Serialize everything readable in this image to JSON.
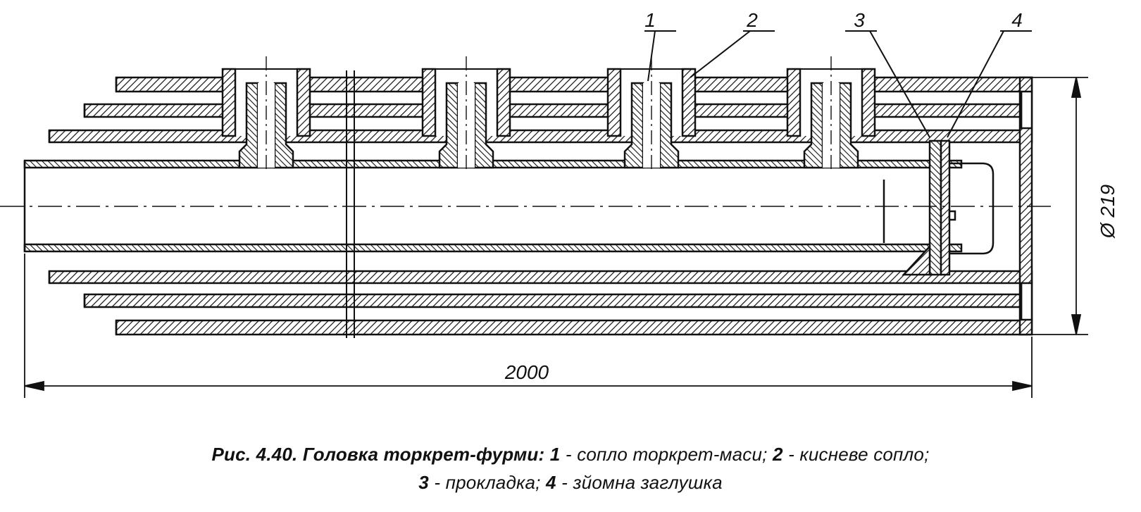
{
  "figure": {
    "caption_prefix": "Рис. 4.40. Головка торкрет-фурми:",
    "items": [
      {
        "num": "1",
        "text": "- сопло торкрет-маси;"
      },
      {
        "num": "2",
        "text": "- кисневе сопло;"
      },
      {
        "num": "3",
        "text": "- прокладка;"
      },
      {
        "num": "4",
        "text": "- зйомна заглушка"
      }
    ]
  },
  "callouts": [
    "1",
    "2",
    "3",
    "4"
  ],
  "dimensions": {
    "length": "2000",
    "diameter": "Ø 219"
  },
  "colors": {
    "line": "#111111",
    "background": "#ffffff"
  }
}
